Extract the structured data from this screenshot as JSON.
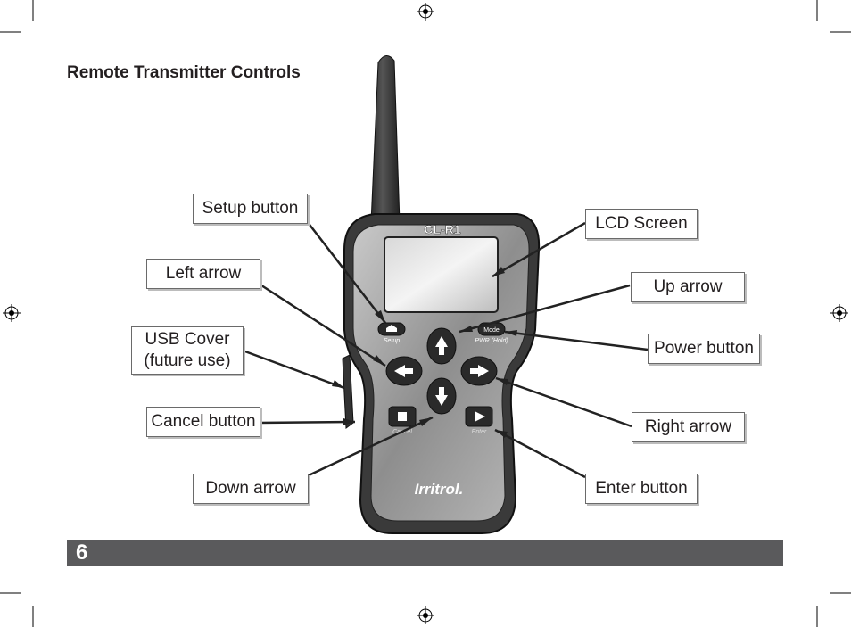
{
  "page": {
    "title": "Remote Transmitter Controls",
    "page_number": "6"
  },
  "device": {
    "model": "CL-R1",
    "brand": "Irritrol.",
    "setup_label": "Setup",
    "mode_label": "Mode",
    "power_label": "PWR (Hold)",
    "cancel_label": "Cancel",
    "enter_label": "Enter"
  },
  "callouts": {
    "setup": "Setup button",
    "left": "Left arrow",
    "usb": "USB Cover\n(future use)",
    "cancel": "Cancel button",
    "down": "Down arrow",
    "lcd": "LCD Screen",
    "up": "Up arrow",
    "power": "Power button",
    "right": "Right arrow",
    "enter": "Enter button"
  },
  "colors": {
    "footer": "#5a5a5c",
    "device_body": "#3a3a3a",
    "face": "#9a9a9a"
  }
}
